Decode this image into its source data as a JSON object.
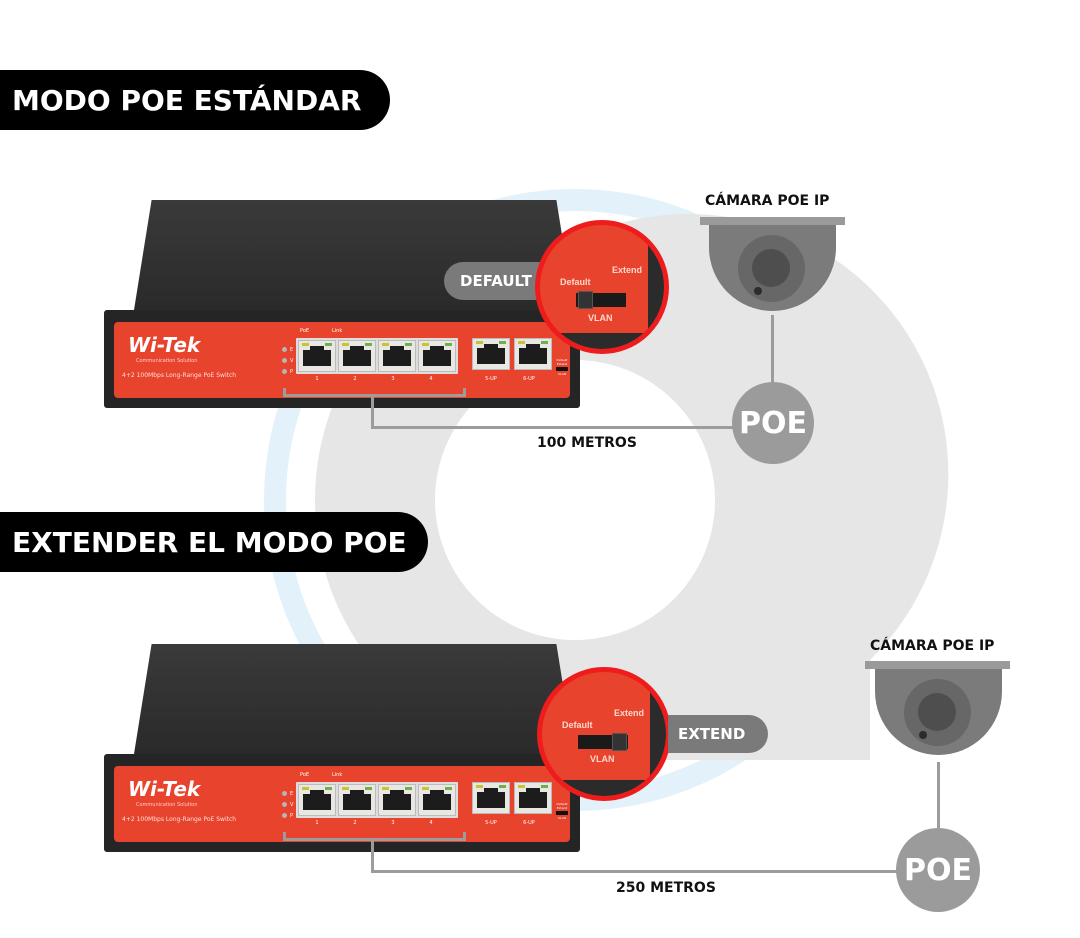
{
  "sections": [
    {
      "title": "MODO POE ESTÁNDAR",
      "mode_label": "DEFAULT",
      "switch_position": "Default",
      "camera_label": "CÁMARA POE IP",
      "poe_label": "POE",
      "distance": "100 METROS"
    },
    {
      "title": "EXTENDER EL MODO POE",
      "mode_label": "EXTEND",
      "switch_position": "Extend",
      "camera_label": "CÁMARA POE IP",
      "poe_label": "POE",
      "distance": "250 METROS"
    }
  ],
  "device": {
    "brand": "Wi-Tek",
    "brand_sub": "Communication Solution",
    "model": "4+2 100Mbps Long-Range PoE Switch",
    "leds": [
      "E",
      "V",
      "P"
    ],
    "port_header_poe": "PoE",
    "port_header_link": "Link",
    "ports": [
      "1",
      "2",
      "3",
      "4"
    ],
    "uplinks": [
      "5-UP",
      "6-UP"
    ],
    "dip_switch": {
      "left": "Default",
      "right": "Extend",
      "bottom": "VLAN"
    }
  },
  "colors": {
    "accent_red": "#e8432c",
    "ring_red": "#ee1c1c",
    "gray": "#9b9b9b",
    "light_blue": "#e3f1fa",
    "light_gray": "#e6e6e6"
  }
}
